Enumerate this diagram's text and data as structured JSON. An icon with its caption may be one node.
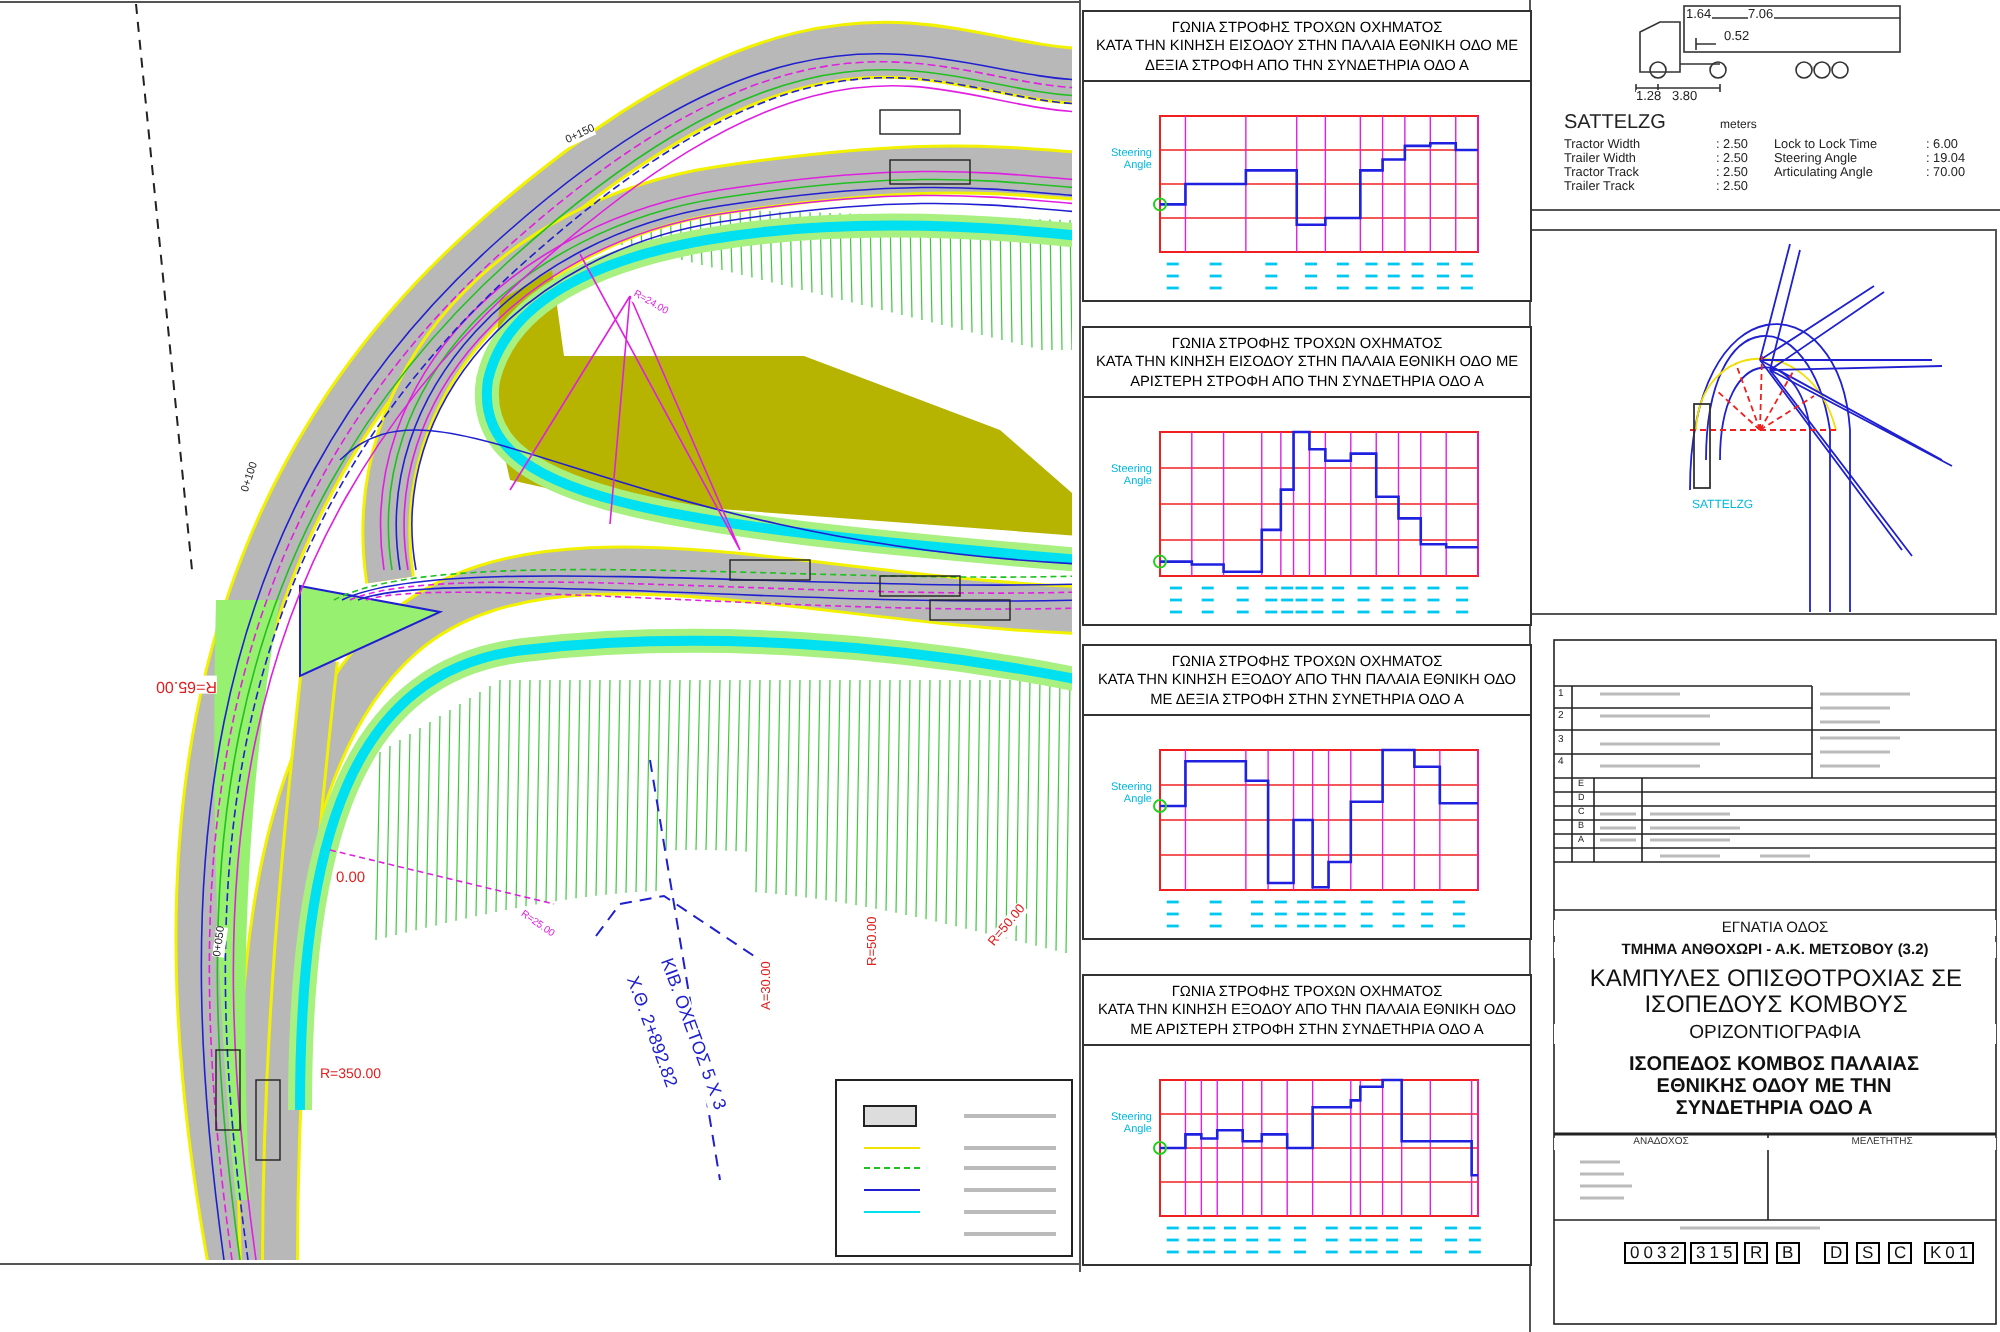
{
  "diagram": {
    "nodes": [
      {
        "text": [
          "ΓΩΝΙΑ ΣΤΡΟΦΗΣ ΤΡΟΧΩΝ ΟΧΗΜΑΤΟΣ",
          "ΚΑΤΑ ΤΗΝ ΚΙΝΗΣΗ ΕΙΣΟΔΟΥ ΣΤΗΝ ΠΑΛΑΙΑ ΕΘΝΙΚΗ ΟΔΟ ΜΕ ΔΕΞΙΑ ΣΤΡΟΦΗ ΑΠΟ ΤΗΝ ΣΥΝΔΕΤΗΡΙΑ ΟΔΟ Α",
          "Steering Angle"
        ]
      },
      {
        "text": [
          "ΓΩΝΙΑ ΣΤΡΟΦΗΣ ΤΡΟΧΩΝ ΟΧΗΜΑΤΟΣ",
          "ΚΑΤΑ ΤΗΝ ΚΙΝΗΣΗ ΕΙΣΟΔΟΥ ΣΤΗΝ ΠΑΛΑΙΑ ΕΘΝΙΚΗ ΟΔΟ ΜΕ ΑΡΙΣΤΕΡΗ ΣΤΡΟΦΗ ΑΠΟ ΤΗΝ ΣΥΝΔΕΤΗΡΙΑ ΟΔΟ Α",
          "Steering Angle"
        ]
      },
      {
        "text": [
          "ΓΩΝΙΑ ΣΤΡΟΦΗΣ ΤΡΟΧΩΝ ΟΧΗΜΑΤΟΣ",
          "ΚΑΤΑ ΤΗΝ ΚΙΝΗΣΗ ΕΞΟΔΟΥ ΑΠΟ ΤΗΝ ΠΑΛΑΙΑ ΕΘΝΙΚΗ ΟΔΟ ΜΕ ΔΕΞΙΑ ΣΤΡΟΦΗ ΣΤΗΝ ΣΥΝΕΤΗΡΙΑ ΟΔΟ Α",
          "Steering Angle"
        ]
      },
      {
        "text": [
          "ΓΩΝΙΑ ΣΤΡΟΦΗΣ ΤΡΟΧΩΝ ΟΧΗΜΑΤΟΣ",
          "ΚΑΤΑ ΤΗΝ ΚΙΝΗΣΗ ΕΞΟΔΟΥ ΑΠΟ ΤΗΝ ΠΑΛΑΙΑ ΕΘΝΙΚΗ ΟΔΟ ΜΕ ΑΡΙΣΤΕΡΗ ΣΤΡΟΦΗ ΣΤΗΝ ΣΥΝΔΕΤΗΡΙΑ ΟΔΟ Α",
          "Steering Angle"
        ]
      }
    ],
    "labels": [
      "0+150",
      "0+100",
      "0+050",
      "R=65.00",
      "0.00",
      "R=25.00",
      "ΚΙΒ. ΟΧΕΤΟΣ 5 Χ 3",
      "Χ.Θ. 2+892.82",
      "A=30.00",
      "R=50.00",
      "R=50.00",
      "R=350.00",
      "R=24.00",
      "1.64",
      "7.06",
      "0.52",
      "1.28",
      "3.80",
      "SATTELZG",
      "meters",
      "Tractor Width",
      ": 2.50",
      "Trailer Width",
      ": 2.50",
      "Tractor Track",
      ": 2.50",
      "Trailer Track",
      ": 2.50",
      "Lock to Lock Time",
      ": 6.00",
      "Steering Angle",
      ": 19.04",
      "Articulating Angle",
      ": 70.00",
      "SATTELZG",
      "ΕΓΝΑΤΙΑ ΟΔΟΣ",
      "ΤΜΗΜΑ ΑΝΘΟΧΩΡΙ - Α.Κ. ΜΕΤΣΟΒΟΥ (3.2)",
      "ΚΑΜΠΥΛΕΣ ΟΠΙΣΘΟΤΡΟΧΙΑΣ ΣΕ ΙΣΟΠΕΔΟΥΣ ΚΟΜΒΟΥΣ",
      "ΟΡΙΖΟΝΤΙΟΓΡΑΦΙΑ",
      "ΙΣΟΠΕΔΟΣ ΚΟΜΒΟΣ ΠΑΛΑΙΑΣ ΕΘΝΙΚΗΣ ΟΔΟΥ ΜΕ ΤΗΝ ΣΥΝΔΕΤΗΡΙΑ ΟΔΟ Α",
      "ΑΝΑΔΟΧΟΣ",
      "ΜΕΛΕΤΗΤΗΣ",
      "0032",
      "315",
      "R",
      "B",
      "D",
      "S",
      "C",
      "K01",
      "1",
      "2",
      "3",
      "4",
      "E",
      "D",
      "C",
      "B",
      "A"
    ]
  }
}
